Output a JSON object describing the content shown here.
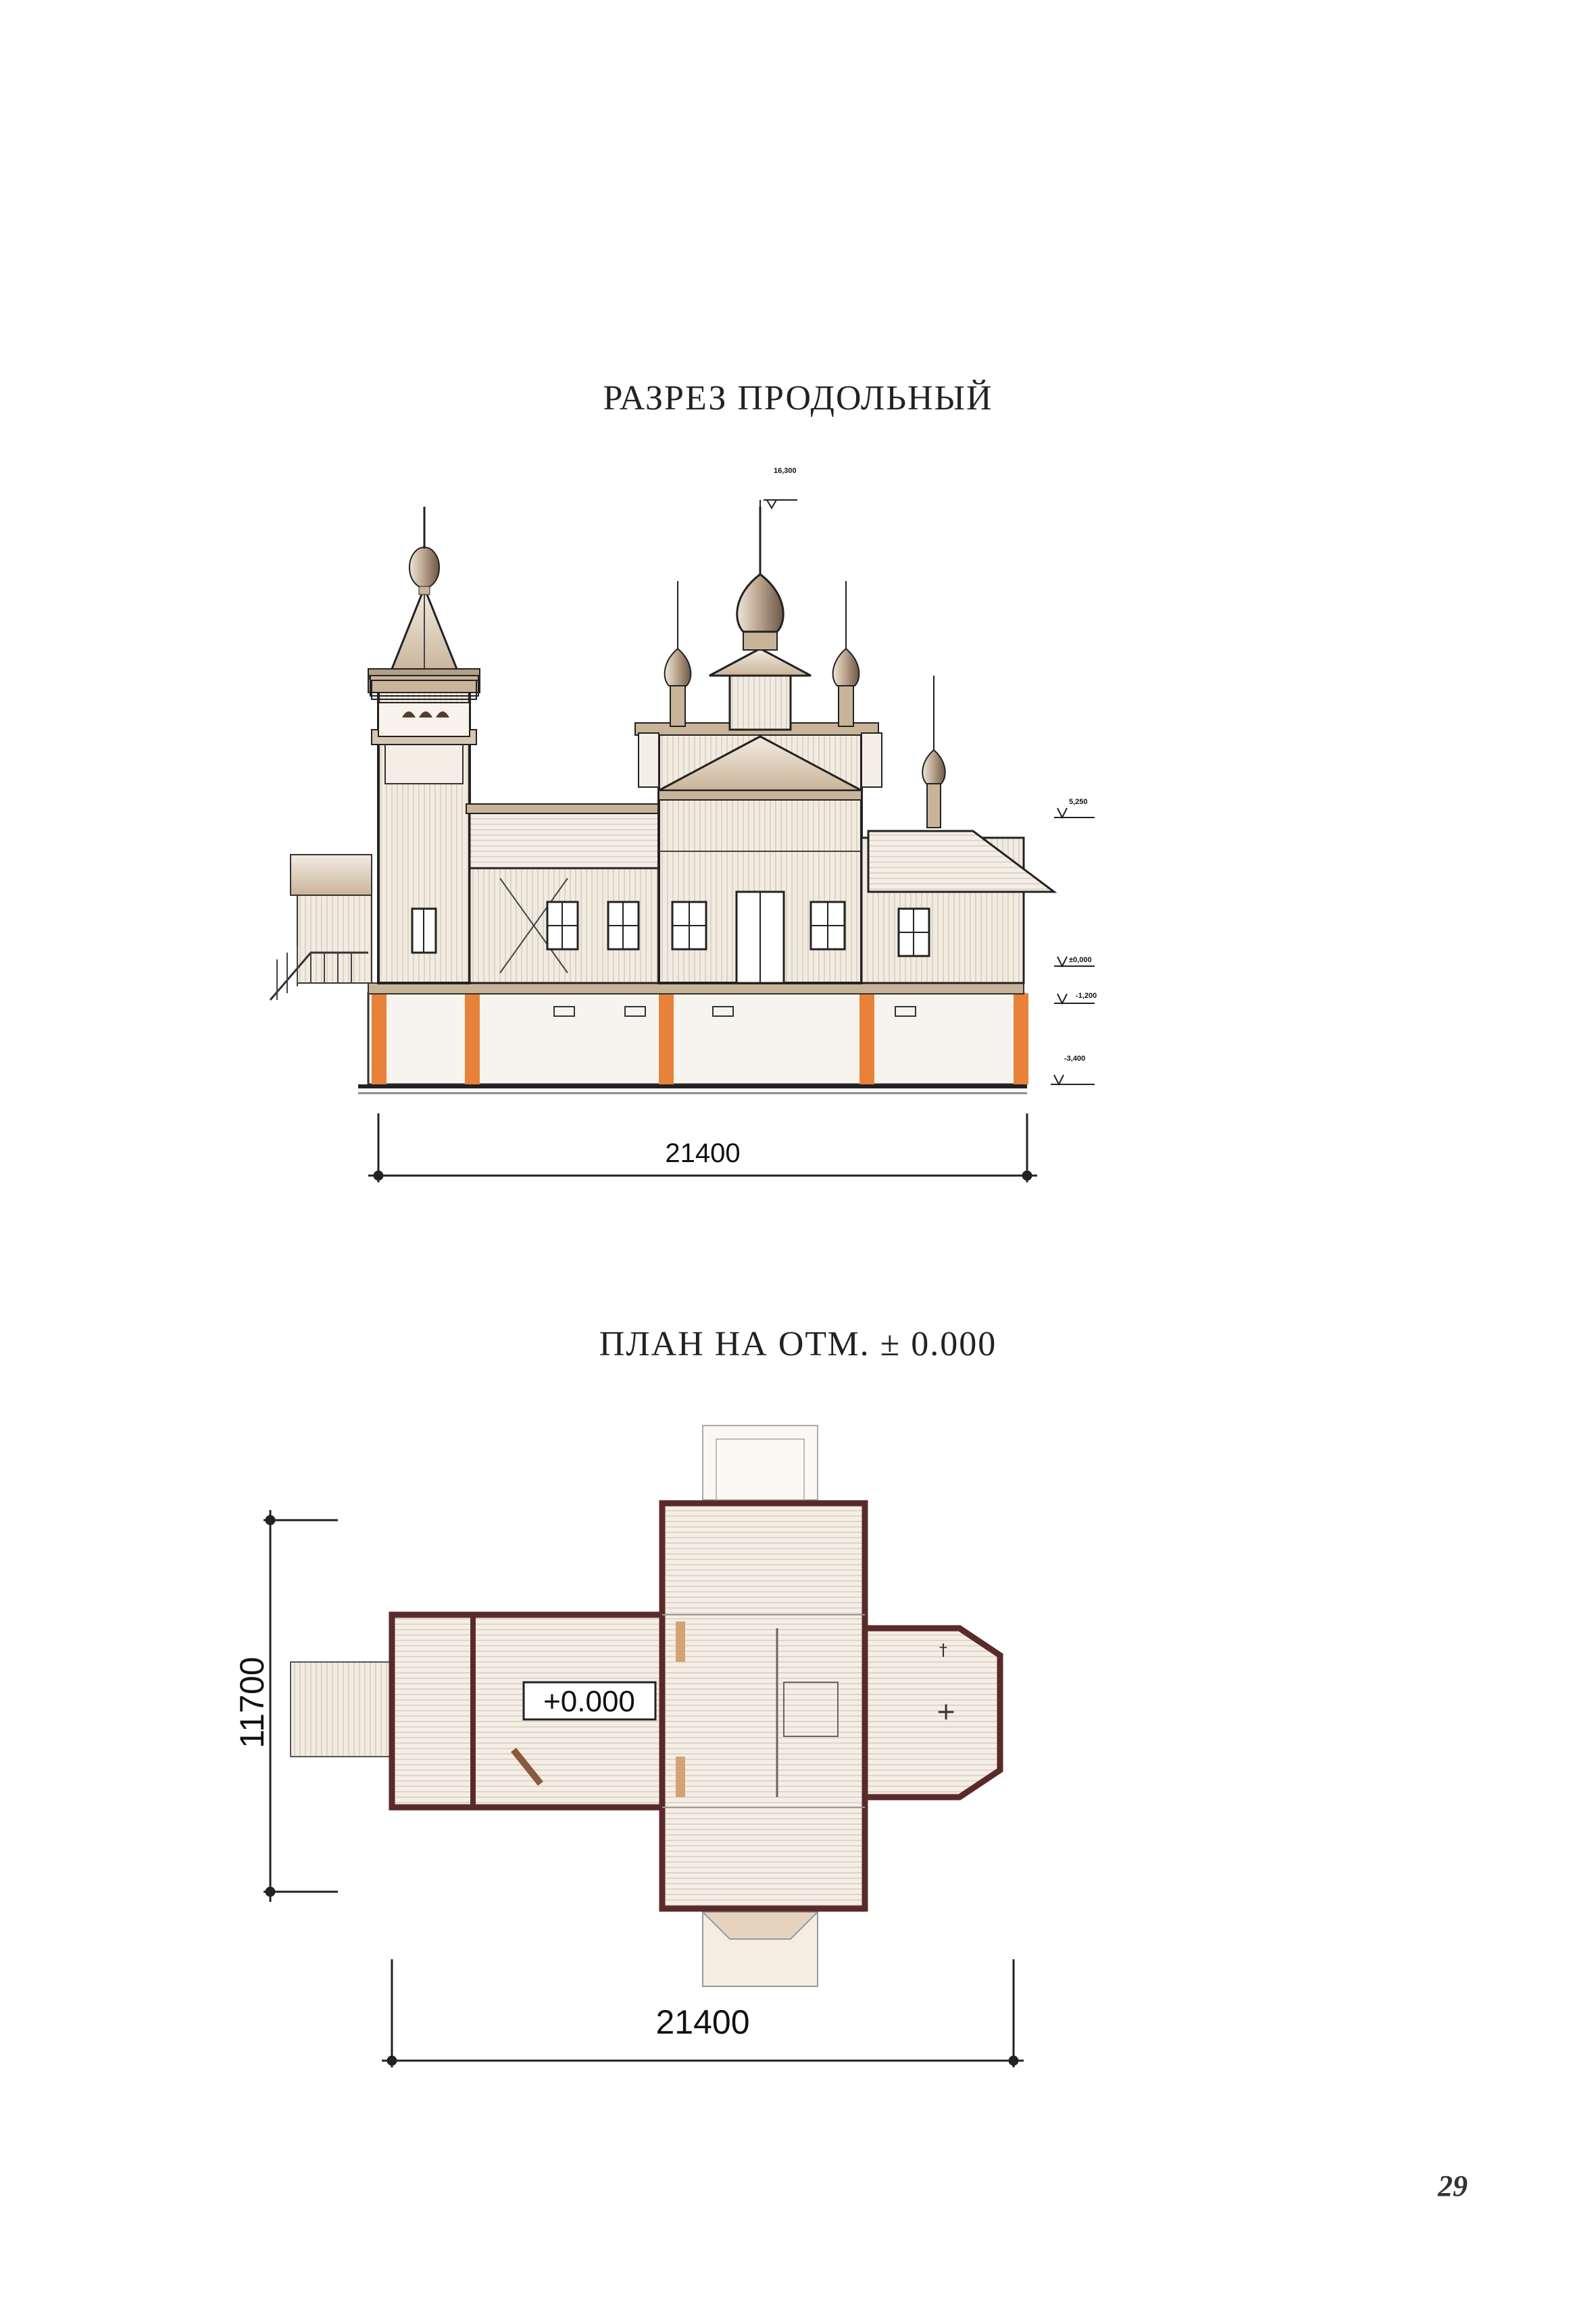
{
  "section": {
    "title": "РАЗРЕЗ ПРОДОЛЬНЫЙ",
    "dimension": "21400",
    "marks": {
      "top": "16,300",
      "eave": "5,250",
      "floor": "±0,000",
      "ground": "-1,200",
      "base": "-3,400"
    }
  },
  "plan": {
    "title": "ПЛАН НА ОТМ. ± 0.000",
    "level_label": "+0.000",
    "width_dimension": "21400",
    "height_dimension": "11700"
  },
  "page_number": "29",
  "colors": {
    "foundation_orange": "#e8823a",
    "wood": "#c9b49a",
    "wall_dark": "#5a2a2a",
    "line": "#2a2a2a"
  }
}
